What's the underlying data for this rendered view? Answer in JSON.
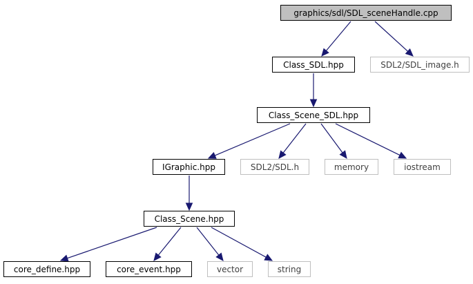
{
  "diagram": {
    "edge_color": "#191970",
    "root_fill": "#bfbfbf",
    "external_border": "#bfbfbf",
    "nodes": [
      {
        "id": "root",
        "label": "graphics/sdl/SDL_sceneHandle.cpp",
        "kind": "root"
      },
      {
        "id": "class-sdl",
        "label": "Class_SDL.hpp",
        "kind": "internal"
      },
      {
        "id": "sdl-image",
        "label": "SDL2/SDL_image.h",
        "kind": "external"
      },
      {
        "id": "class-scene-sdl",
        "label": "Class_Scene_SDL.hpp",
        "kind": "internal"
      },
      {
        "id": "igraphic",
        "label": "IGraphic.hpp",
        "kind": "internal"
      },
      {
        "id": "sdl-h",
        "label": "SDL2/SDL.h",
        "kind": "external"
      },
      {
        "id": "memory",
        "label": "memory",
        "kind": "external"
      },
      {
        "id": "iostream",
        "label": "iostream",
        "kind": "external"
      },
      {
        "id": "class-scene",
        "label": "Class_Scene.hpp",
        "kind": "internal"
      },
      {
        "id": "core-define",
        "label": "core_define.hpp",
        "kind": "internal"
      },
      {
        "id": "core-event",
        "label": "core_event.hpp",
        "kind": "internal"
      },
      {
        "id": "vector",
        "label": "vector",
        "kind": "external"
      },
      {
        "id": "string",
        "label": "string",
        "kind": "external"
      }
    ],
    "edges": [
      {
        "from": "root",
        "to": "class-sdl"
      },
      {
        "from": "root",
        "to": "sdl-image"
      },
      {
        "from": "class-sdl",
        "to": "class-scene-sdl"
      },
      {
        "from": "class-scene-sdl",
        "to": "igraphic"
      },
      {
        "from": "class-scene-sdl",
        "to": "sdl-h"
      },
      {
        "from": "class-scene-sdl",
        "to": "memory"
      },
      {
        "from": "class-scene-sdl",
        "to": "iostream"
      },
      {
        "from": "igraphic",
        "to": "class-scene"
      },
      {
        "from": "class-scene",
        "to": "core-define"
      },
      {
        "from": "class-scene",
        "to": "core-event"
      },
      {
        "from": "class-scene",
        "to": "vector"
      },
      {
        "from": "class-scene",
        "to": "string"
      }
    ]
  }
}
